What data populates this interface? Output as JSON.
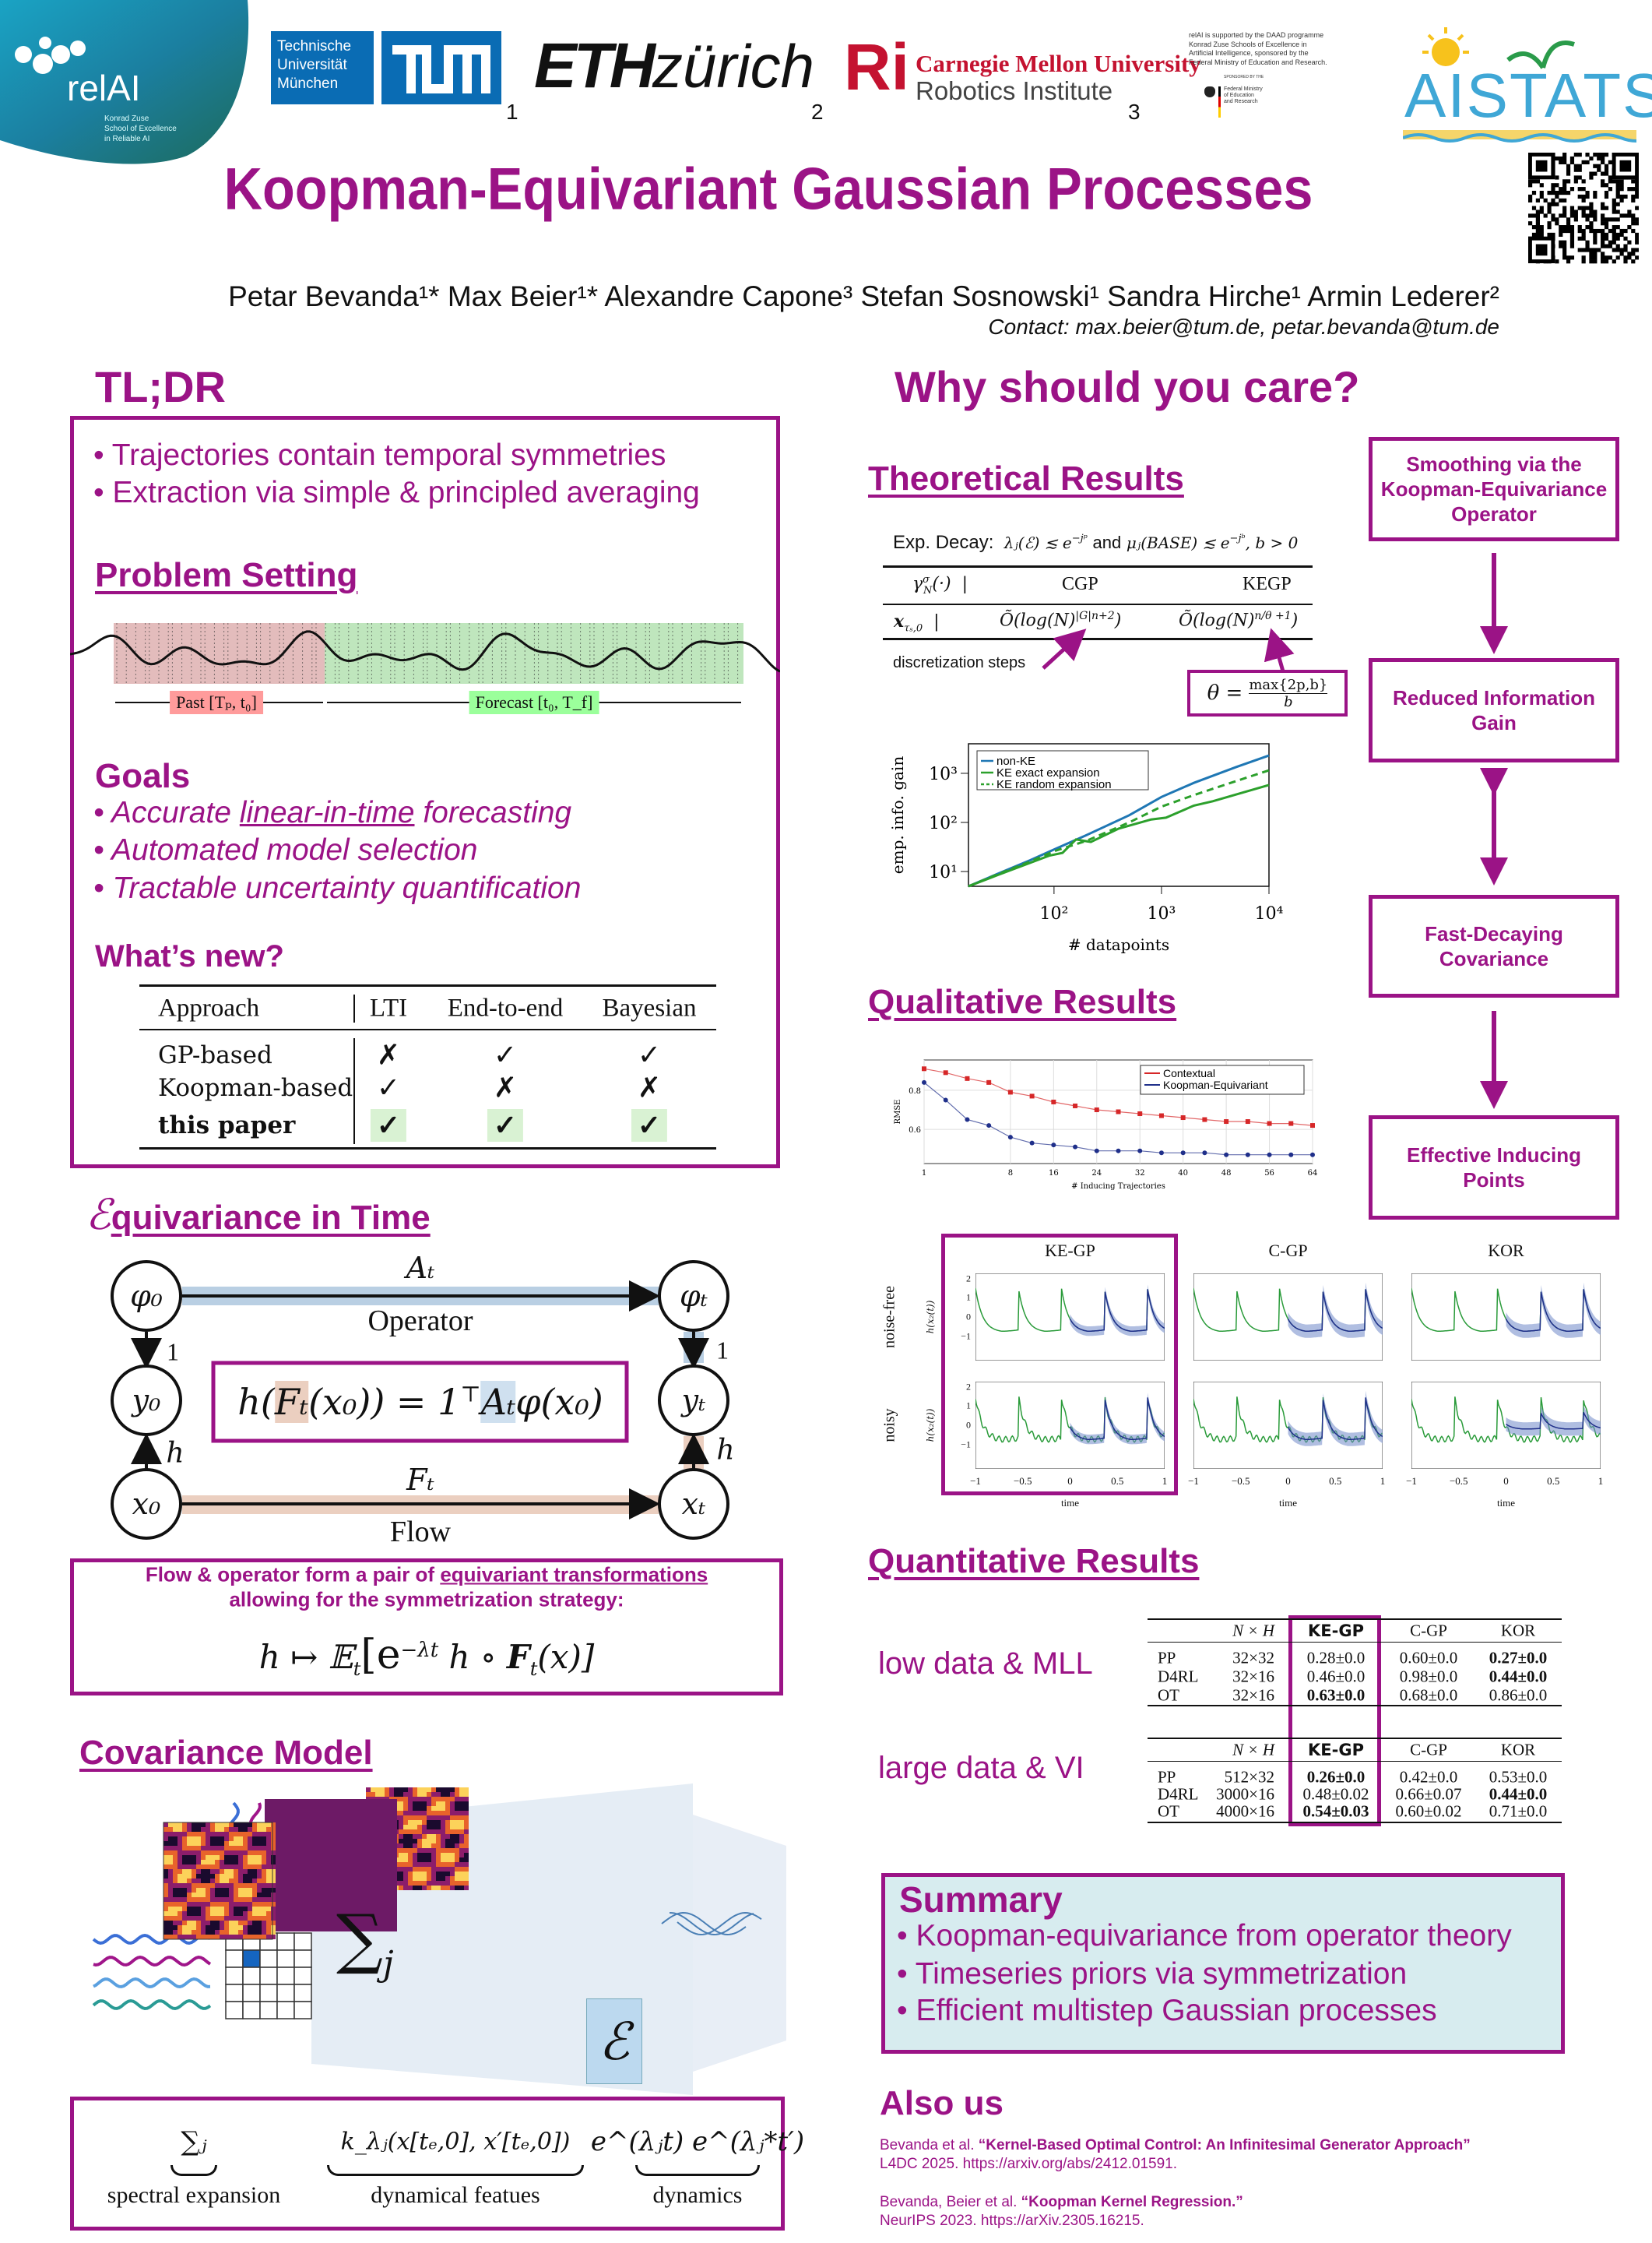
{
  "header": {
    "relai": {
      "name": "relAI",
      "sub": [
        "Konrad Zuse",
        "School of Excellence",
        "in Reliable AI"
      ]
    },
    "tum": {
      "lines": [
        "Technische",
        "Universität",
        "München"
      ],
      "mark": "TUM",
      "affil": "1"
    },
    "eth": {
      "bold": "ETH",
      "light": "zürich",
      "affil": "2"
    },
    "cmu": {
      "mark": "Ri",
      "name": "Carnegie Mellon University",
      "dept": "Robotics Institute",
      "affil": "3"
    },
    "sponsor": {
      "lines": [
        "relAI is supported by the DAAD programme",
        "Konrad Zuse Schools of Excellence in",
        "Artificial Intelligence, sponsored by the",
        "Federal Ministry of Education and Research."
      ],
      "small": "SPONSORED BY THE",
      "ministry": [
        "Federal Ministry",
        "of Education",
        "and Research"
      ]
    },
    "aistats": "AISTATS",
    "title": "Koopman-Equivariant Gaussian Processes",
    "authors": "Petar Bevanda¹* Max Beier¹* Alexandre Capone³ Stefan Sosnowski¹ Sandra Hirche¹ Armin Lederer²",
    "contact": "Contact: max.beier@tum.de, petar.bevanda@tum.de"
  },
  "tldr": {
    "heading": "TL;DR",
    "bullets": [
      "• Trajectories contain temporal symmetries",
      "• Extraction via simple & principled averaging"
    ],
    "problem_heading": "Problem Setting",
    "past_label": "Past [Tₚ, t₀]",
    "forecast_label": "Forecast [t₀, T_f]",
    "goals_heading": "Goals",
    "goals": [
      {
        "pre": "• Accurate ",
        "ul": "linear-in-time",
        "post": " forecasting"
      },
      {
        "pre": "• Automated model selection"
      },
      {
        "pre": "• Tractable uncertainty quantification"
      }
    ],
    "whatsnew_heading": "What’s new?",
    "table": {
      "headers": [
        "Approach",
        "LTI",
        "End-to-end",
        "Bayesian"
      ],
      "rows": [
        [
          "GP-based",
          "✗",
          "✓",
          "✓"
        ],
        [
          "Koopman-based",
          "✓",
          "✗",
          "✗"
        ],
        [
          "this paper",
          "✓",
          "✓",
          "✓"
        ]
      ]
    }
  },
  "equivariance": {
    "heading_script": "ℰ",
    "heading": "quivariance in Time",
    "A_t": "Aₜ",
    "operator": "Operator",
    "F_t": "Fₜ",
    "flow": "Flow",
    "nodes": {
      "phi0": "φ₀",
      "phit": "φₜ",
      "y0": "y₀",
      "yt": "yₜ",
      "x0": "x₀",
      "xt": "xₜ"
    },
    "one_left": "1",
    "one_right": "1",
    "h_left": "h",
    "h_right": "h",
    "formula": {
      "a": "h(",
      "b": "Fₜ",
      "c": "(x₀)) = 1",
      "d": "⊤",
      "e": "Aₜ",
      "f": "φ(x₀)"
    },
    "box_line1_pre": "Flow & operator form a pair of ",
    "box_line1_ul": "equivariant transformations",
    "box_line2": "allowing for the symmetrization strategy:",
    "sym_formula": "h ↦ 𝔼ₜ[e^(−λt) h ∘ Fₜ(x)]",
    "sym": {
      "a": "h ↦ 𝔼",
      "b": "t",
      "c": "[e",
      "d": "−λt",
      "e": " h ∘ ",
      "f": "F",
      "g": "t",
      "h": "(x)]"
    }
  },
  "covariance": {
    "heading": "Covariance Model",
    "sigma": "∑",
    "sigma_sub": "j",
    "calE": "ℰ",
    "terms": [
      {
        "expr": "∑ⱼ",
        "label": "spectral expansion"
      },
      {
        "expr": "k_λⱼ(x[tₑ,0], x′[tₑ,0])",
        "label": "dynamical featues"
      },
      {
        "expr": "e^(λⱼt) e^(λⱼ*t′)",
        "label": "dynamics"
      }
    ]
  },
  "right": {
    "heading": "Why should you care?",
    "theory_heading": "Theoretical Results",
    "exp_decay": {
      "label": "Exp. Decay:",
      "lhs1": "λⱼ(ℰ) ≲ e",
      "sup1": "−jᵖ",
      "and": "and",
      "lhs2": "μⱼ(BASE) ≲ e",
      "sup2": "−jᵇ",
      "tail": ", b > 0"
    },
    "bound_table": {
      "corner": "γ",
      "corner_sup": "σ",
      "corner_sub": "N",
      "corner_tail": "(·)",
      "cols": [
        "CGP",
        "KEGP"
      ],
      "row": "x",
      "row_sub": "τₛ,0",
      "cgp": "Õ(log(N)",
      "cgp_sup": "|G|n+2",
      "kegp": "Õ(log(N)",
      "kegp_sup": "n/θ +1",
      "close": ")"
    },
    "discretization": "discretization steps",
    "theta": {
      "lhs": "θ =",
      "num": "max{2p,b}",
      "den": "b"
    },
    "qual_heading": "Qualitative Results",
    "quant_heading": "Quantitative Results",
    "flow_boxes": [
      "Smoothing via the Koopman-Equivariance Operator",
      "Reduced Information Gain",
      "Fast-Decaying Covariance",
      "Effective Inducing Points"
    ],
    "panels": {
      "titles": [
        "KE-GP",
        "C-GP",
        "KOR"
      ],
      "rows": [
        "noise-free",
        "noisy"
      ],
      "ylabel": "h(x₂(t))",
      "yticks": [
        "2",
        "1",
        "0",
        "−1"
      ],
      "xticks": [
        "−1",
        "−0.5",
        "0",
        "0.5",
        "1"
      ],
      "xlabel": "time"
    },
    "quant": {
      "labels": [
        "low data & MLL",
        "large data & VI"
      ],
      "headers": [
        "",
        "N × H",
        "KE-GP",
        "C-GP",
        "KOR"
      ],
      "tables": [
        [
          [
            "PP",
            "32×32",
            "0.28±0.0",
            "0.60±0.0",
            "0.27±0.0"
          ],
          [
            "D4RL",
            "32×16",
            "0.46±0.0",
            "0.98±0.0",
            "0.44±0.0"
          ],
          [
            "OT",
            "32×16",
            "0.63±0.0",
            "0.68±0.0",
            "0.86±0.0"
          ]
        ],
        [
          [
            "PP",
            "512×32",
            "0.26±0.0",
            "0.42±0.0",
            "0.53±0.0"
          ],
          [
            "D4RL",
            "3000×16",
            "0.48±0.02",
            "0.66±0.07",
            "0.44±0.0"
          ],
          [
            "OT",
            "4000×16",
            "0.54±0.03",
            "0.60±0.02",
            "0.71±0.0"
          ]
        ]
      ],
      "bold": [
        [
          [
            0,
            4
          ],
          [
            1,
            4
          ],
          [
            2,
            2
          ]
        ],
        [
          [
            0,
            2
          ],
          [
            1,
            4
          ],
          [
            2,
            2
          ]
        ]
      ]
    },
    "summary": {
      "heading": "Summary",
      "bullets": [
        "• Koopman-equivariance from operator theory",
        "• Timeseries priors via symmetrization",
        "• Efficient multistep Gaussian processes"
      ]
    },
    "also": {
      "heading": "Also us",
      "refs": [
        {
          "authors": "Bevanda et al. ",
          "title": "“Kernel-Based Optimal Control: An Infinitesimal Generator Approach”",
          "venue": "L4DC 2025. https://arxiv.org/abs/2412.01591."
        },
        {
          "authors": "Bevanda, Beier et al. ",
          "title": "“Koopman Kernel Regression.”",
          "venue": "NeurIPS 2023. https://arXiv.2305.16215."
        }
      ]
    }
  },
  "colors": {
    "accent": "#9b1386",
    "blue": "#1f77b4",
    "green": "#2ca02c",
    "red": "#d62728",
    "navy": "#1f2f8a",
    "summary_bg": "#d7ecef"
  },
  "chart_data": [
    {
      "type": "line",
      "title": "",
      "xlabel": "# datapoints",
      "ylabel": "emp. info. gain",
      "xscale": "log",
      "yscale": "log",
      "xlim": [
        16,
        10000
      ],
      "ylim": [
        5,
        4000
      ],
      "xticks": [
        "10²",
        "10³",
        "10⁴"
      ],
      "yticks": [
        "10¹",
        "10²",
        "10³"
      ],
      "legend": "top-left",
      "series": [
        {
          "name": "non-KE",
          "style": "solid",
          "color": "#1f77b4",
          "x": [
            16,
            30,
            60,
            100,
            200,
            500,
            1000,
            2000,
            5000,
            10000
          ],
          "y": [
            5,
            9,
            17,
            28,
            55,
            140,
            330,
            640,
            1350,
            2300
          ]
        },
        {
          "name": "KE exact expansion",
          "style": "solid",
          "color": "#2ca02c",
          "x": [
            16,
            30,
            60,
            90,
            120,
            160,
            220,
            400,
            800,
            1100,
            2000,
            3000,
            10000
          ],
          "y": [
            5,
            8.5,
            15,
            21,
            24,
            45,
            40,
            75,
            115,
            125,
            220,
            270,
            580
          ]
        },
        {
          "name": "KE random expansion",
          "style": "dashed",
          "color": "#2ca02c",
          "x": [
            16,
            30,
            60,
            100,
            200,
            500,
            1000,
            2000,
            5000,
            10000
          ],
          "y": [
            5,
            8.8,
            16,
            26,
            42,
            100,
            210,
            360,
            700,
            1150
          ]
        }
      ]
    },
    {
      "type": "line",
      "title": "",
      "xlabel": "# Inducing Trajectories",
      "ylabel": "RMSE",
      "ylim": [
        0.425,
        0.955
      ],
      "legend": "top-right",
      "categories": [
        "1",
        "2",
        "4",
        "6",
        "8",
        "12",
        "16",
        "20",
        "24",
        "28",
        "32",
        "36",
        "40",
        "44",
        "48",
        "52",
        "56",
        "60",
        "64"
      ],
      "xticks": [
        "1",
        "8",
        "16",
        "24",
        "32",
        "40",
        "48",
        "56",
        "64"
      ],
      "yticks": [
        "0.6",
        "0.8"
      ],
      "series": [
        {
          "name": "Contextual",
          "color": "#d62728",
          "marker": "square",
          "values": [
            0.91,
            0.89,
            0.86,
            0.84,
            0.79,
            0.77,
            0.74,
            0.72,
            0.7,
            0.69,
            0.68,
            0.67,
            0.66,
            0.65,
            0.64,
            0.64,
            0.63,
            0.63,
            0.62
          ]
        },
        {
          "name": "Koopman-Equivariant",
          "color": "#1f2f8a",
          "marker": "circle",
          "values": [
            0.84,
            0.75,
            0.65,
            0.62,
            0.56,
            0.53,
            0.52,
            0.51,
            0.49,
            0.49,
            0.49,
            0.48,
            0.48,
            0.48,
            0.47,
            0.47,
            0.47,
            0.47,
            0.47
          ]
        }
      ]
    }
  ]
}
